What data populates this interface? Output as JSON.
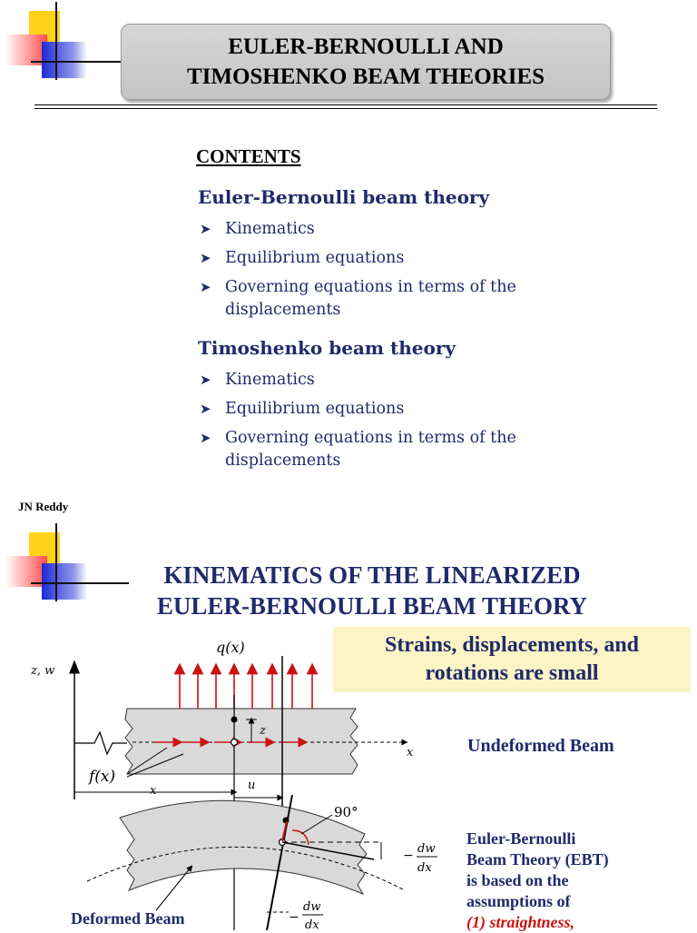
{
  "slide1": {
    "title_line1": "EULER-BERNOULLI AND",
    "title_line2": "TIMOSHENKO BEAM THEORIES",
    "contents_heading": "CONTENTS",
    "sections": [
      {
        "heading": "Euler-Bernoulli beam theory",
        "items": [
          "Kinematics",
          "Equilibrium equations",
          "Governing equations in terms of the displacements"
        ]
      },
      {
        "heading": "Timoshenko beam theory",
        "items": [
          "Kinematics",
          "Equilibrium equations",
          "Governing equations in terms of the displacements"
        ]
      }
    ],
    "author": "JN Reddy"
  },
  "slide2": {
    "title_line1": "KINEMATICS OF THE LINEARIZED",
    "title_line2": "EULER-BERNOULLI BEAM THEORY",
    "note_line1": "Strains, displacements, and",
    "note_line2": "rotations are small",
    "undeformed_label": "Undeformed Beam",
    "deformed_label": "Deformed Beam",
    "ebt_lines": [
      "Euler-Bernoulli",
      "Beam Theory (EBT)",
      "is based on the",
      "assumptions of"
    ],
    "ebt_red": "(1) straightness,",
    "figure": {
      "load_label": "q(x)",
      "vertical_axis_label": "z, w",
      "horizontal_axis_label": "x",
      "z_label": "z",
      "f_label": "f(x)",
      "x_dim_label": "x",
      "u_label": "u",
      "angle_label": "90°",
      "slope_num": "dw",
      "slope_den": "dx",
      "minus": "−"
    }
  },
  "colors": {
    "navy": "#1f2a6b",
    "red": "#cc1111",
    "note_bg": "#fdf4c6",
    "title_box": "#cccccc"
  }
}
